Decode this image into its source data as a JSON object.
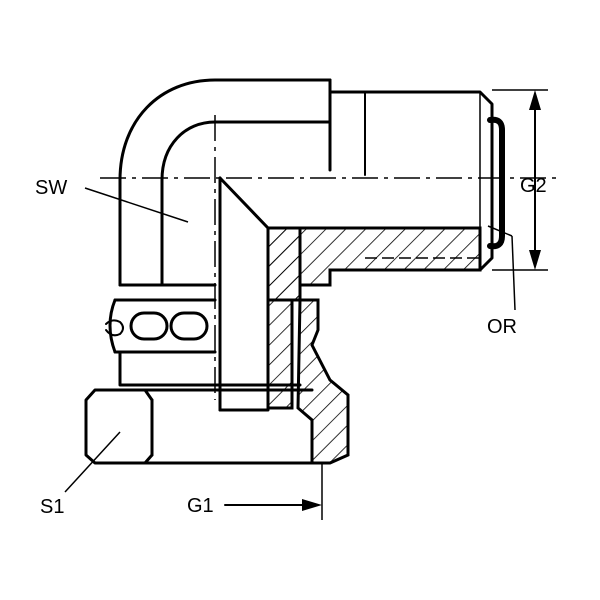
{
  "diagram": {
    "labels": {
      "sw": "SW",
      "g2": "G2",
      "or": "OR",
      "s1": "S1",
      "g1": "G1"
    },
    "colors": {
      "stroke": "#000000",
      "background": "#ffffff"
    }
  }
}
